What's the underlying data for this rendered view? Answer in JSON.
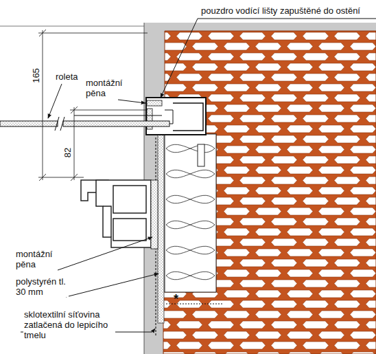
{
  "diagram": {
    "labels": [
      "pouzdro vodící lišty zapuštěné do ostění",
      "165",
      "roleta",
      "montážní pěna",
      "82",
      "montážní pěna",
      "polystyrén tl. 30 mm",
      "*",
      "sklotextilní síťovina zatlačená do lepicího tmelu"
    ]
  }
}
